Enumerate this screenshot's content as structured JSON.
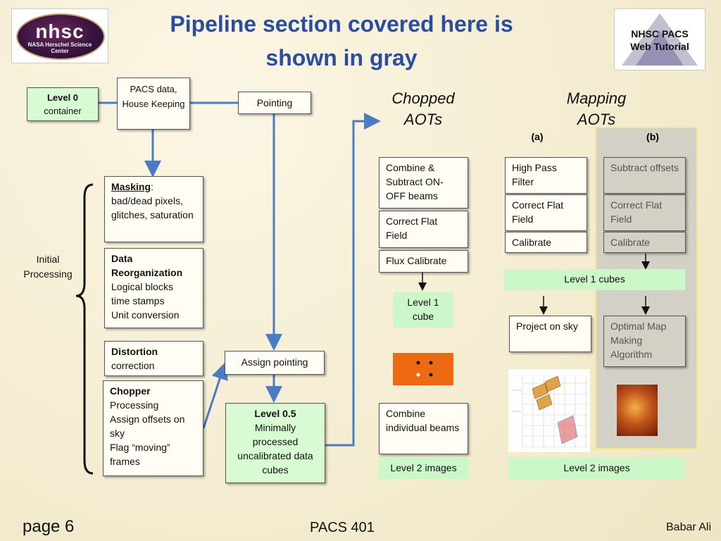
{
  "title": "Pipeline section covered here is shown in gray",
  "logo_left": {
    "big": "nhsc",
    "small": "NASA Herschel Science Center"
  },
  "logo_right": {
    "line1": "NHSC PACS",
    "line2": "Web Tutorial"
  },
  "left": {
    "level0_bold": "Level 0",
    "level0_rest": "container",
    "pacs_data": "PACS data, House Keeping",
    "pointing": "Pointing",
    "initial_processing": "Initial Processing",
    "masking_bold": "Masking",
    "masking_rest": "bad/dead pixels, glitches, saturation",
    "data_reorg_bold": "Data Reorganization",
    "data_reorg_l1": "Logical blocks",
    "data_reorg_l2": "time stamps",
    "data_reorg_l3": "Unit conversion",
    "distortion_bold": "Distortion",
    "distortion_rest": "correction",
    "chopper_bold": "Chopper",
    "chopper_l1": "Processing",
    "chopper_l2": "Assign offsets on sky",
    "chopper_l3": "Flag “moving” frames",
    "assign_pointing": "Assign pointing",
    "level05_bold": "Level 0.5",
    "level05_rest": "Minimally processed uncalibrated data cubes"
  },
  "chopped": {
    "heading": "Chopped AOTs",
    "combine": "Combine & Subtract ON-OFF beams",
    "flat": "Correct Flat Field",
    "flux": "Flux Calibrate",
    "level1": "Level 1 cube",
    "combine_beams": "Combine individual beams",
    "level2": "Level 2 images"
  },
  "mapping": {
    "heading": "Mapping AOTs",
    "label_a": "(a)",
    "label_b": "(b)",
    "hpf": "High Pass Filter",
    "flat_a": "Correct Flat Field",
    "calib_a": "Calibrate",
    "subtract": "Subtract offsets",
    "flat_b": "Correct Flat Field",
    "calib_b": "Calibrate",
    "level1": "Level 1 cubes",
    "project": "Project on sky",
    "optimal": "Optimal Map Making Algorithm",
    "level2": "Level 2 images"
  },
  "footer": {
    "page": "page 6",
    "course": "PACS 401",
    "author": "Babar Ali"
  },
  "colors": {
    "title": "#2a4d9f",
    "arrow": "#4a7cc4",
    "gray_panel": "#d3d0c5",
    "green": "#d9fbd3"
  }
}
